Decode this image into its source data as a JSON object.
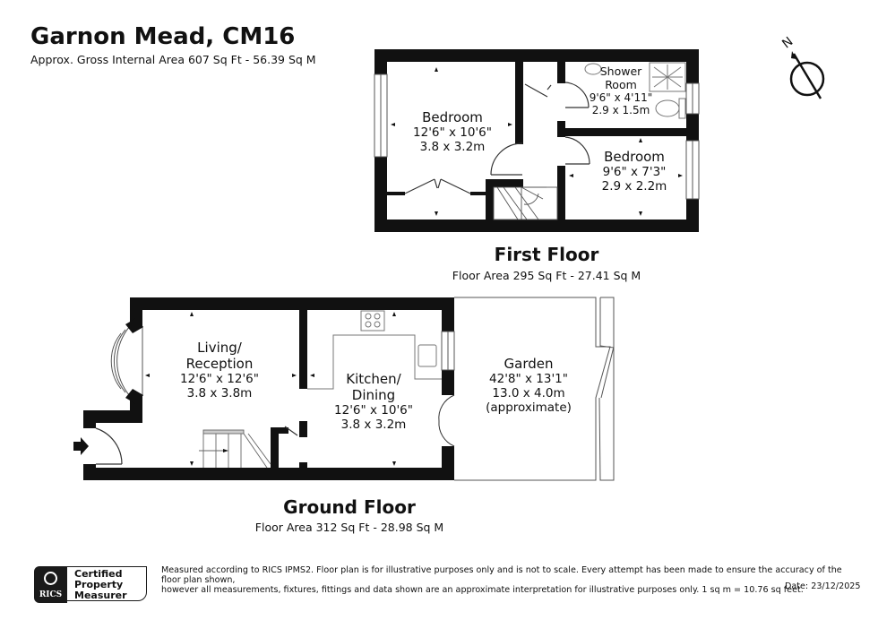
{
  "header": {
    "title": "Garnon Mead, CM16",
    "subtitle": "Approx. Gross Internal Area 607 Sq Ft - 56.39 Sq M"
  },
  "compass": {
    "label": "N",
    "icon": "north-arrow-icon"
  },
  "first_floor": {
    "title": "First Floor",
    "area": "Floor Area 295 Sq Ft - 27.41 Sq M",
    "rooms": [
      {
        "name": "Bedroom",
        "dim_imperial": "12'6\" x 10'6\"",
        "dim_metric": "3.8 x 3.2m"
      },
      {
        "name_line1": "Shower",
        "name_line2": "Room",
        "dim_imperial": "9'6\" x 4'11\"",
        "dim_metric": "2.9 x 1.5m"
      },
      {
        "name": "Bedroom",
        "dim_imperial": "9'6\" x 7'3\"",
        "dim_metric": "2.9 x 2.2m"
      }
    ]
  },
  "ground_floor": {
    "title": "Ground Floor",
    "area": "Floor Area 312 Sq Ft - 28.98 Sq M",
    "rooms": [
      {
        "name_line1": "Living/",
        "name_line2": "Reception",
        "dim_imperial": "12'6\" x 12'6\"",
        "dim_metric": "3.8 x 3.8m"
      },
      {
        "name_line1": "Kitchen/",
        "name_line2": "Dining",
        "dim_imperial": "12'6\" x 10'6\"",
        "dim_metric": "3.8 x 3.2m"
      },
      {
        "name": "Garden",
        "dim_imperial": "42'8\" x 13'1\"",
        "dim_metric": "13.0 x 4.0m",
        "note": "(approximate)"
      }
    ]
  },
  "footer": {
    "badge": {
      "org": "RICS",
      "line1": "Certified",
      "line2": "Property",
      "line3": "Measurer"
    },
    "disclaimer_line1": "Measured according to RICS IPMS2. Floor plan is for illustrative purposes only and is not to scale. Every attempt has been made to ensure the accuracy of the floor plan shown,",
    "disclaimer_line2": "however all measurements, fixtures, fittings and data shown are an approximate interpretation for illustrative purposes only. 1 sq m = 10.76 sq feet.",
    "date": "Date: 23/12/2025"
  },
  "colors": {
    "wall": "#111111",
    "line": "#555555",
    "fixture": "#888888",
    "background": "#ffffff"
  }
}
